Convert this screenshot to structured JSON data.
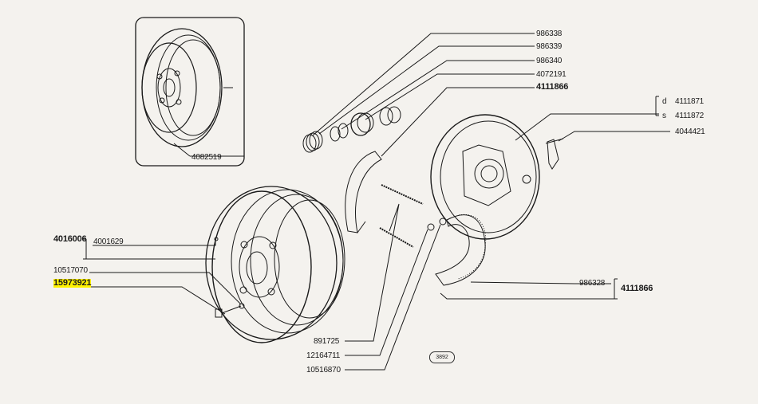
{
  "labels": {
    "p986338": "986338",
    "p986339": "986339",
    "p986340": "986340",
    "p4072191": "4072191",
    "p4111866_top": "4111866",
    "d": "d",
    "s": "s",
    "p4111871": "4111871",
    "p4111872": "4111872",
    "p4044421": "4044421",
    "p4082519": "4082519",
    "p4016006": "4016006",
    "p4001629": "4001629",
    "p10517070": "10517070",
    "p15973921": "15973921",
    "p986328": "986328",
    "p4111866_bottom": "4111866",
    "p891725": "891725",
    "p12164711": "12164711",
    "p10516870": "10516870",
    "figure_number": "3892"
  },
  "colors": {
    "ink": "#1a1a1a",
    "paper": "#f4f2ee",
    "highlight": "#fff200"
  }
}
